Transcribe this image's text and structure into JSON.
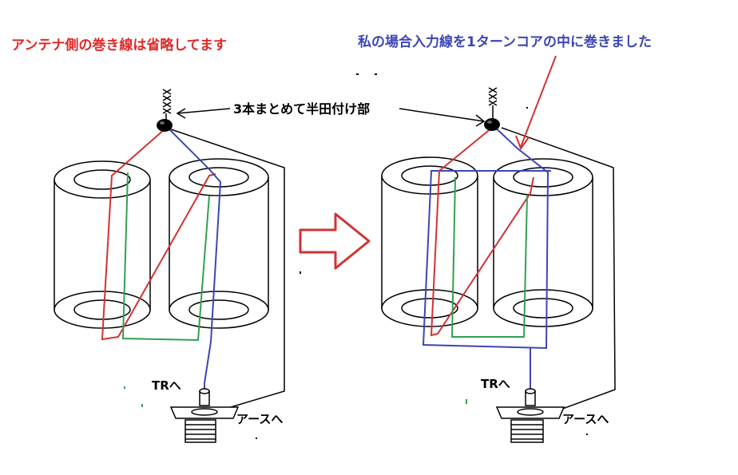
{
  "labels": {
    "antenna_note": "アンテナ側の巻き線は省略してます",
    "input_note": "私の場合入力線を1ターンコアの中に巻きました",
    "solder_point": "3本まとめて半田付け部",
    "left_tr": "TRへ",
    "left_earth": "アースへ",
    "right_tr": "TRへ",
    "right_earth": "アースへ"
  },
  "colors": {
    "red_wire": "#d23232",
    "blue_wire": "#3c46b4",
    "green_wire": "#32a050",
    "outline": "#000000",
    "arrow": "#d23232",
    "note_red": "#e02828",
    "note_blue": "#3c46b4"
  },
  "icons": {
    "arrow": "hollow-right-arrow",
    "antenna": "zigzag-antenna-icon",
    "connector": "coax-connector-icon"
  }
}
